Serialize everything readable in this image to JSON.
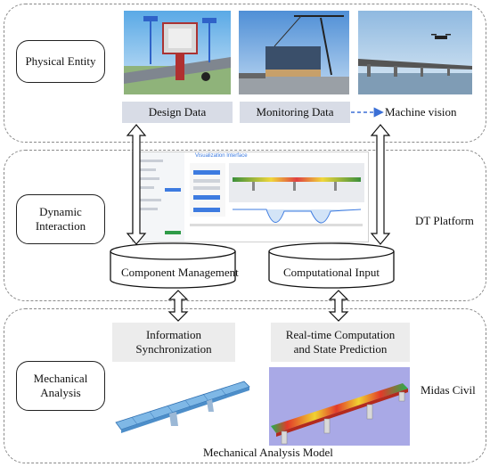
{
  "panels": {
    "physical_entity": "Physical Entity",
    "dynamic_interaction": "Dynamic\nInteraction",
    "mechanical_analysis": "Mechanical\nAnalysis"
  },
  "physical": {
    "design_data": "Design Data",
    "monitoring_data": "Monitoring Data",
    "machine_vision": "Machine vision"
  },
  "platform": {
    "label": "DT Platform",
    "screenshot_title": "Visualization Interface",
    "component_management": "Component Management",
    "computational_input": "Computational Input"
  },
  "analysis": {
    "info_sync": "Information\nSynchronization",
    "realtime": "Real-time Computation\nand State Prediction",
    "midas": "Midas Civil",
    "model_caption": "Mechanical Analysis Model"
  },
  "colors": {
    "panel_border": "#8a8a8a",
    "grey_box": "#d8dce6",
    "light_box": "#ececec",
    "vision_arrow": "#3b6fd6"
  }
}
